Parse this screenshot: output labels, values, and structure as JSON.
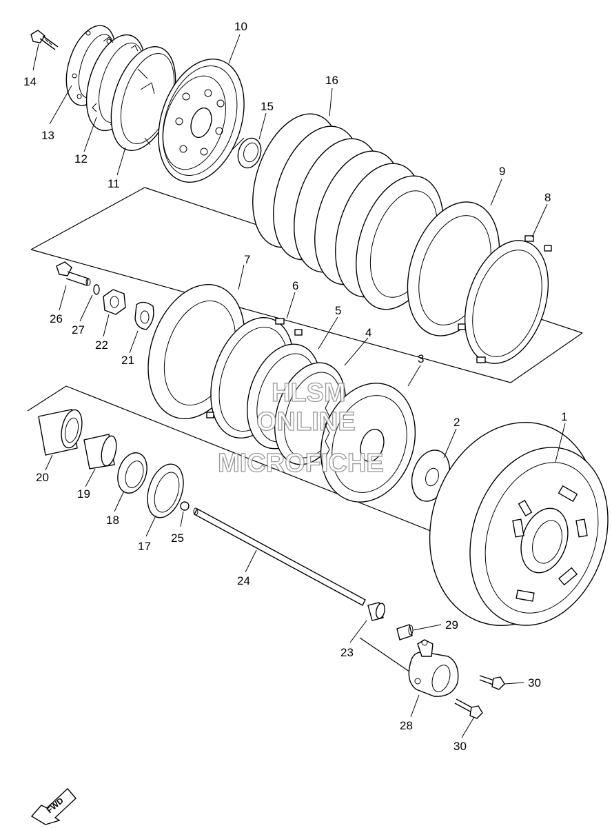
{
  "labels": {
    "p1": "1",
    "p2": "2",
    "p3": "3",
    "p4": "4",
    "p5": "5",
    "p6": "6",
    "p7": "7",
    "p8": "8",
    "p9": "9",
    "p10": "10",
    "p11": "11",
    "p12": "12",
    "p13": "13",
    "p14": "14",
    "p15": "15",
    "p16": "16",
    "p17": "17",
    "p18": "18",
    "p19": "19",
    "p20": "20",
    "p21": "21",
    "p22": "22",
    "p23": "23",
    "p24": "24",
    "p25": "25",
    "p26": "26",
    "p27": "27",
    "p28": "28",
    "p29": "29",
    "p30a": "30",
    "p30b": "30"
  },
  "watermark": {
    "line1": "HLSM",
    "line2": "ONLINE",
    "line3": "MICROFICHE"
  },
  "fwd_label": "FWD"
}
